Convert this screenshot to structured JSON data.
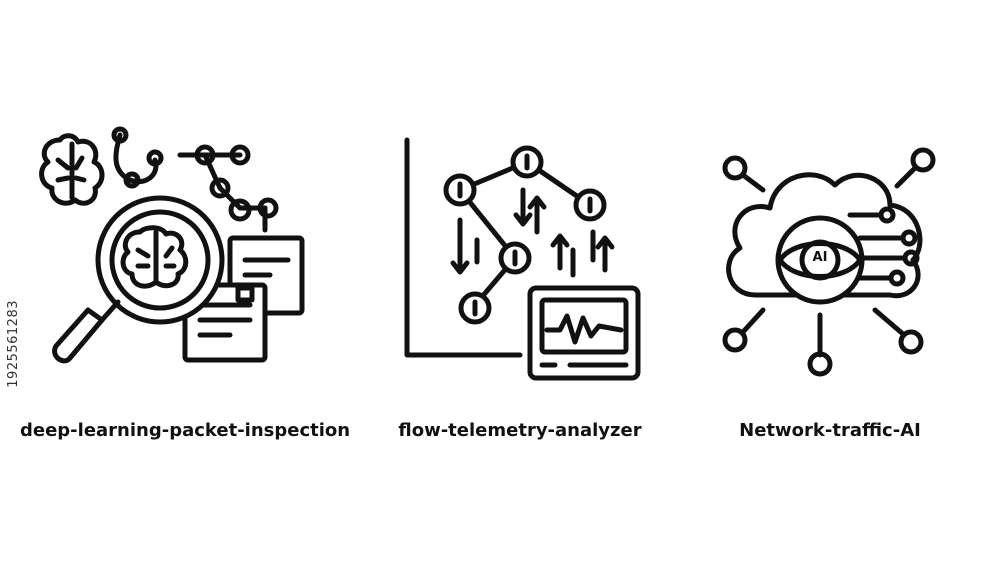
{
  "stock_id": "1925561283",
  "icons": [
    {
      "name": "deep-learning-packet-inspection",
      "label": "deep-learning-packet-inspection"
    },
    {
      "name": "flow-telemetry-analyzer",
      "label": "flow-telemetry-analyzer"
    },
    {
      "name": "network-traffic-ai",
      "label": "Network-traffic-AI",
      "badge": "AI"
    }
  ],
  "colors": {
    "stroke": "#111111",
    "background": "#ffffff"
  }
}
